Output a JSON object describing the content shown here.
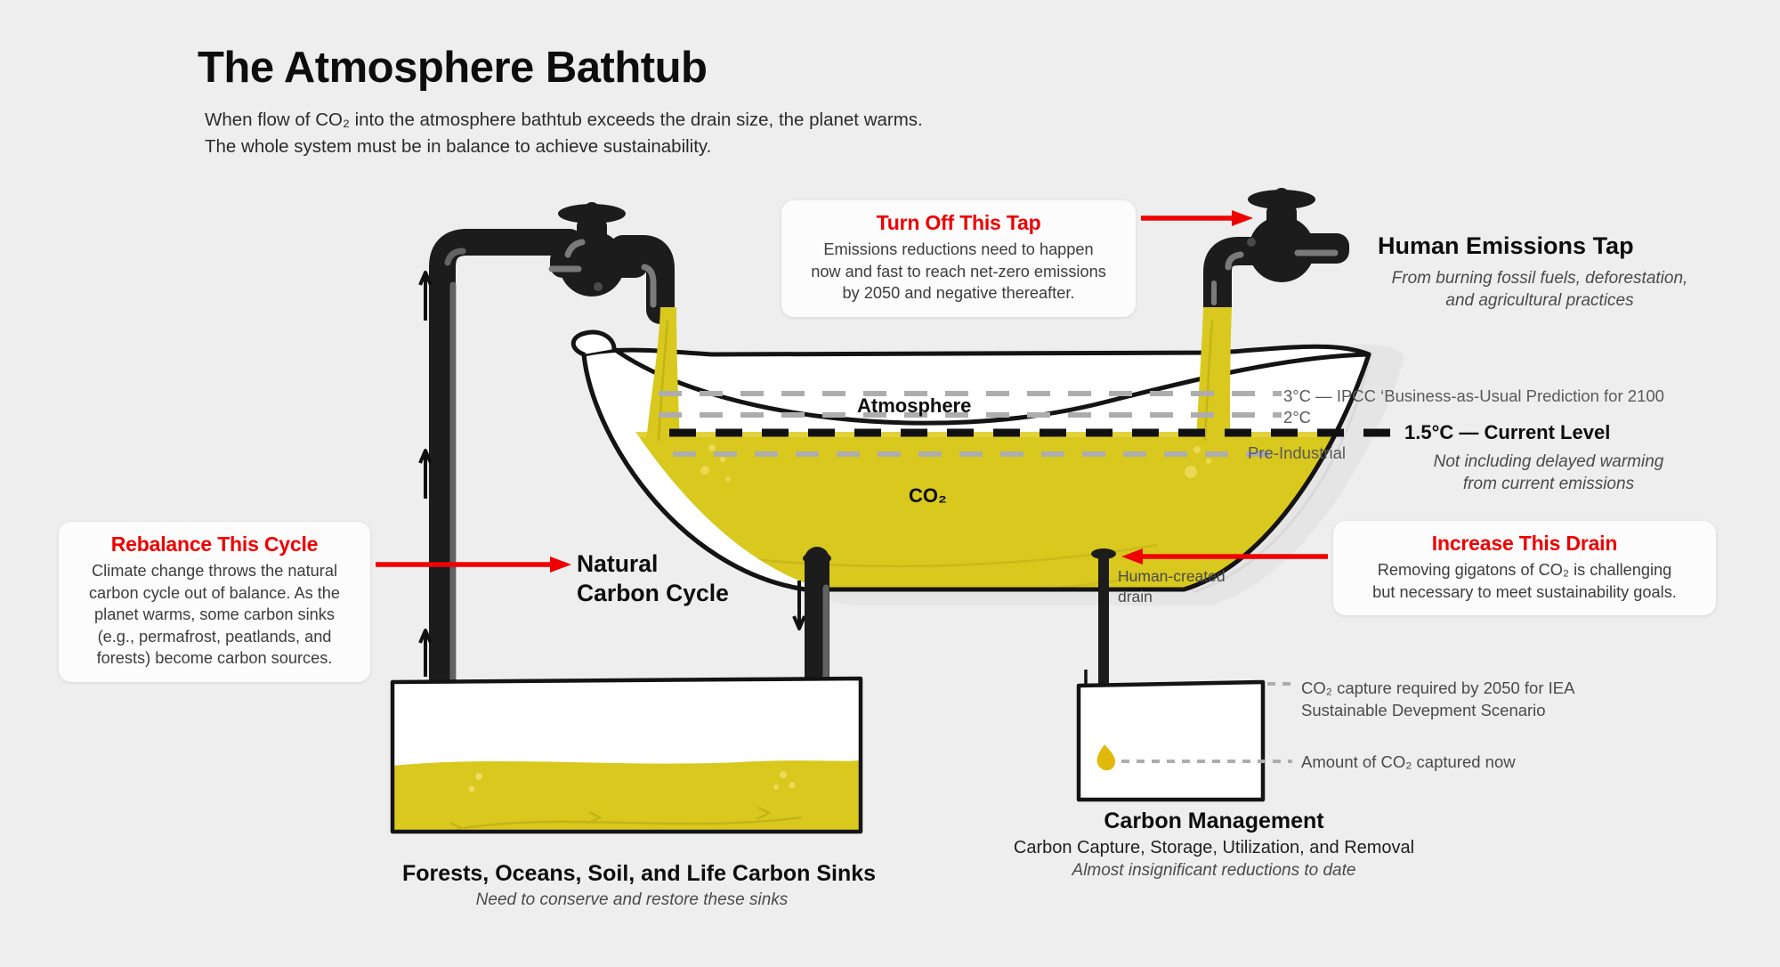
{
  "header": {
    "title": "The Atmosphere Bathtub",
    "subtitle": "When flow of CO₂ into the atmosphere bathtub exceeds the drain size, the planet warms.\nThe whole system must be in balance to achieve sustainability."
  },
  "colors": {
    "background": "#eeeeee",
    "accent_red": "#ef0000",
    "co2_yellow": "#d9c81e",
    "pipe_black": "#1c1c1c",
    "pipe_highlight": "#8a8a8a",
    "tub_white": "#ffffff",
    "shadow_grey": "#e2e2e2",
    "dash_grey": "#adadad",
    "text_dark": "#1a1a1a",
    "text_muted": "#4a4a4a"
  },
  "callouts": [
    {
      "id": "turn-off-tap",
      "title": "Turn Off This Tap",
      "body": "Emissions reductions need to happen\nnow and fast to reach net-zero emissions\nby 2050 and negative thereafter."
    },
    {
      "id": "rebalance-cycle",
      "title": "Rebalance This Cycle",
      "body": "Climate change throws the natural\ncarbon cycle out of balance. As the\nplanet warms, some carbon sinks\n(e.g., permafrost, peatlands, and\nforests) become carbon sources."
    },
    {
      "id": "increase-drain",
      "title": "Increase This Drain",
      "body": "Removing gigatons of CO₂ is challenging\nbut necessary to meet sustainability goals."
    }
  ],
  "diagram": {
    "atmosphere_label": "Atmosphere",
    "co2_label": "CO₂",
    "natural_cycle_label": "Natural\nCarbon Cycle",
    "human_drain_label": "Human-created\ndrain",
    "emissions_tap": {
      "title": "Human Emissions Tap",
      "subtitle": "From burning fossil fuels, deforestation,\nand agricultural practices"
    },
    "temperature_lines": [
      {
        "id": "3c",
        "label": "3°C — IPCC ‘Business-as-Usual Prediction for 2100",
        "style": "grey-dashed"
      },
      {
        "id": "2c",
        "label": "2°C",
        "style": "grey-dashed"
      },
      {
        "id": "1p5c",
        "label": "1.5°C — Current Level",
        "style": "black-dashed-bold"
      },
      {
        "id": "pre",
        "label": "Pre-Industrial",
        "style": "grey-dashed"
      }
    ],
    "current_level_note": "Not including delayed warming\nfrom current emissions",
    "carbon_sinks": {
      "title": "Forests, Oceans, Soil, and Life Carbon Sinks",
      "subtitle": "Need to conserve and restore these sinks"
    },
    "carbon_management": {
      "title": "Carbon Management",
      "subtitle": "Carbon Capture, Storage, Utilization, and Removal",
      "note": "Almost insignificant reductions to date",
      "annotations": [
        {
          "id": "required-2050",
          "label": "CO₂ capture required by 2050 for IEA\nSustainable Devepment Scenario"
        },
        {
          "id": "captured-now",
          "label": "Amount of CO₂ captured now"
        }
      ]
    }
  }
}
